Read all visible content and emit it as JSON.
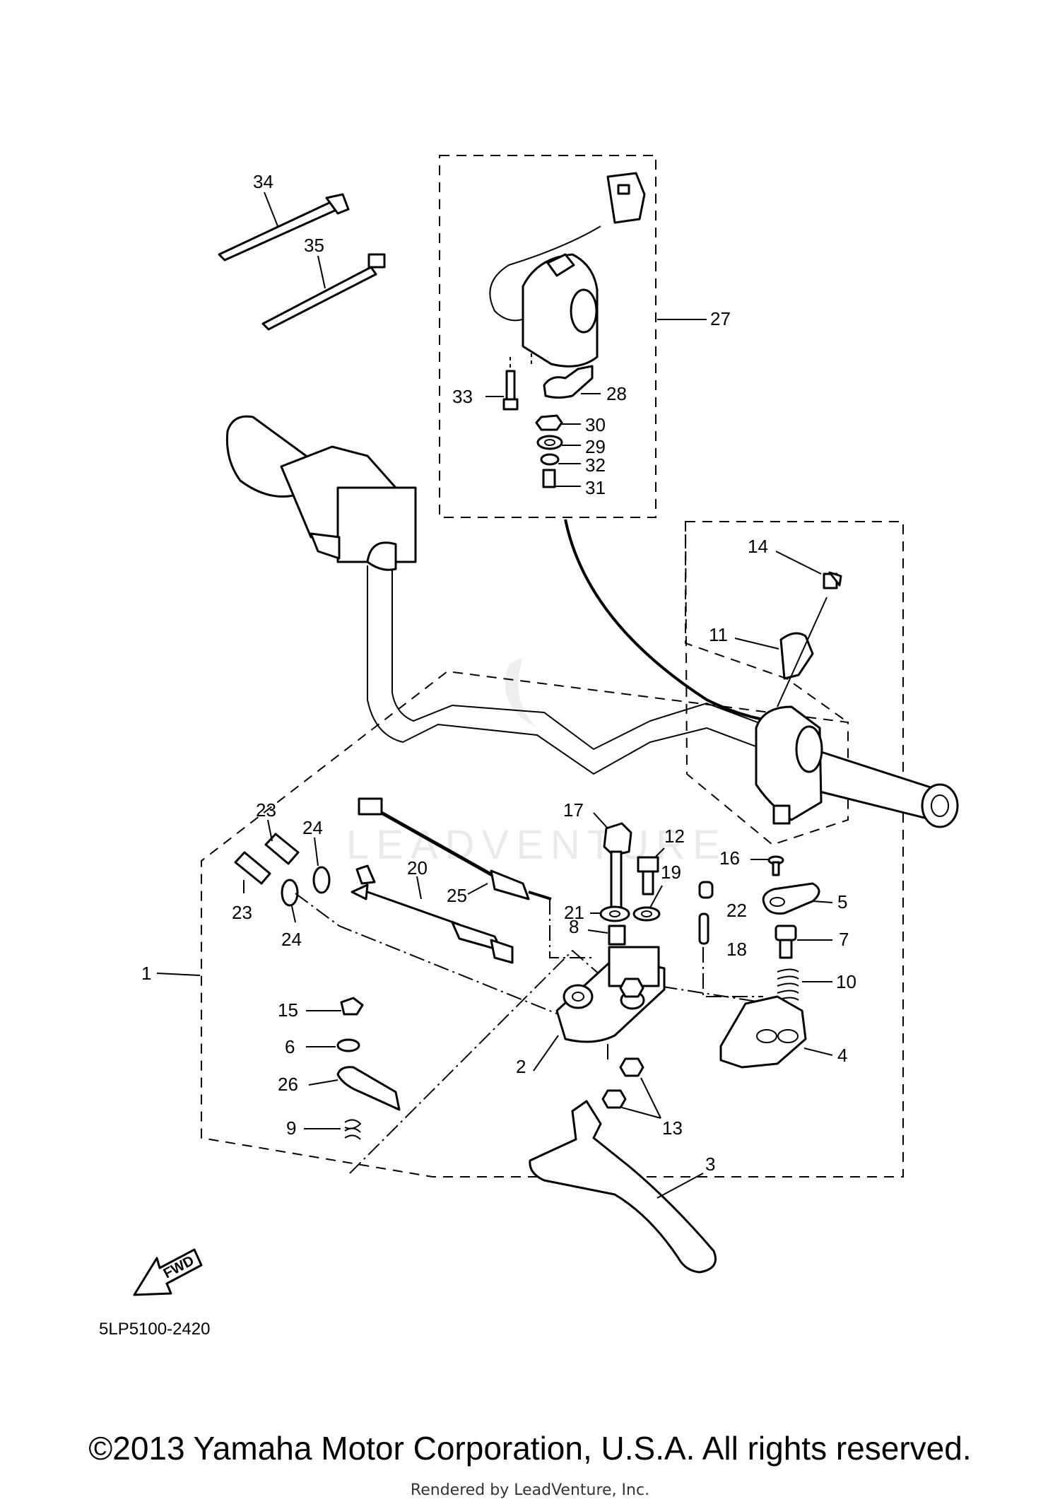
{
  "diagram": {
    "code": "5LP5100-2420",
    "copyright": "©2013 Yamaha Motor Corporation, U.S.A. All rights reserved.",
    "rendered_by": "Rendered by LeadVenture, Inc.",
    "watermark": "LEADVENTURE",
    "fwd_label": "FWD",
    "callouts": {
      "p1": "1",
      "p2": "2",
      "p3": "3",
      "p4": "4",
      "p5": "5",
      "p6": "6",
      "p7": "7",
      "p8": "8",
      "p9": "9",
      "p10": "10",
      "p11": "11",
      "p12": "12",
      "p13": "13",
      "p14": "14",
      "p15": "15",
      "p16": "16",
      "p17": "17",
      "p18": "18",
      "p19": "19",
      "p20": "20",
      "p21": "21",
      "p22": "22",
      "p23a": "23",
      "p23b": "23",
      "p24a": "24",
      "p24b": "24",
      "p25": "25",
      "p26": "26",
      "p27": "27",
      "p28": "28",
      "p29": "29",
      "p30": "30",
      "p31": "31",
      "p32": "32",
      "p33": "33",
      "p34": "34",
      "p35": "35"
    }
  }
}
